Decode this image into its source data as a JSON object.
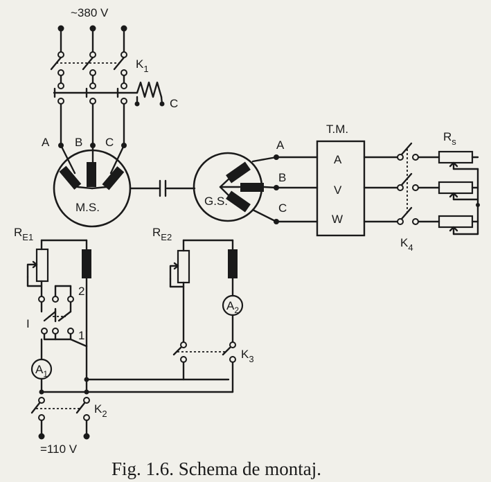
{
  "supply_ac": "~380 V",
  "supply_dc": "=110 V",
  "caption": "Fig. 1.6. Schema de montaj.",
  "labels": {
    "k1": "K",
    "k1_sub": "1",
    "k2": "K",
    "k2_sub": "2",
    "k3": "K",
    "k3_sub": "3",
    "k4": "K",
    "k4_sub": "4",
    "c": "C",
    "phase_a": "A",
    "phase_b": "B",
    "phase_c": "C",
    "ms": "M.S.",
    "gs": "G.S.",
    "tm": "T.M.",
    "tm_a": "A",
    "tm_v": "V",
    "tm_w": "W",
    "rs": "R",
    "rs_sub": "s",
    "re1": "R",
    "re1_sub": "E1",
    "re2": "R",
    "re2_sub": "E2",
    "a1": "A",
    "a1_sub": "1",
    "a2": "A",
    "a2_sub": "2",
    "sw_1": "1",
    "sw_2": "2",
    "sw_i": "I"
  }
}
